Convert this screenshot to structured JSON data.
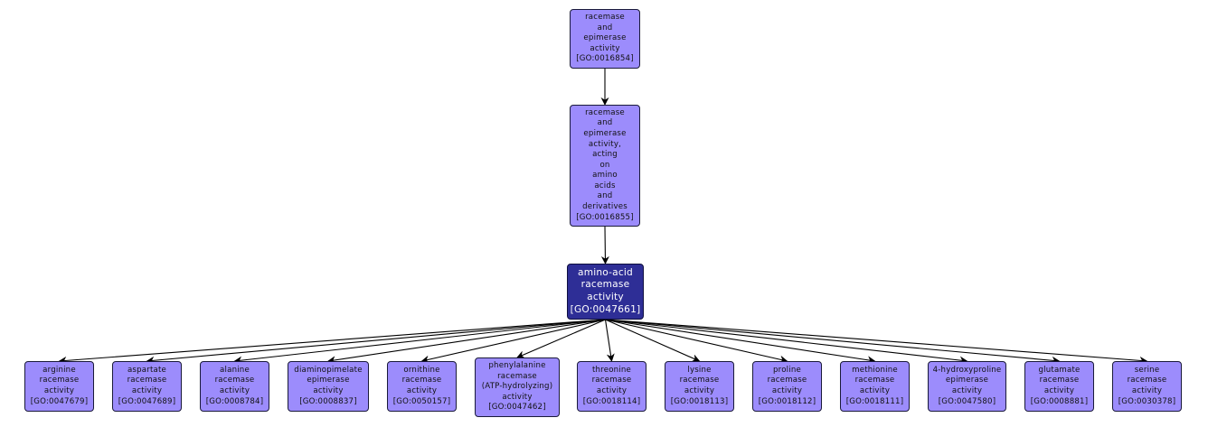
{
  "colors": {
    "node_fill": "#9c8cfc",
    "focus_fill": "#2e2e96",
    "edge": "#000000",
    "background": "#ffffff"
  },
  "nodes": [
    {
      "id": "GO:0016854",
      "lines": [
        "racemase",
        "and",
        "epimerase",
        "activity",
        "[GO:0016854]"
      ],
      "role": "ancestor"
    },
    {
      "id": "GO:0016855",
      "lines": [
        "racemase",
        "and",
        "epimerase",
        "activity,",
        "acting",
        "on",
        "amino",
        "acids",
        "and",
        "derivatives",
        "[GO:0016855]"
      ],
      "role": "parent"
    },
    {
      "id": "GO:0047661",
      "lines": [
        "amino-acid",
        "racemase",
        "activity",
        "[GO:0047661]"
      ],
      "role": "focus"
    },
    {
      "id": "GO:0047679",
      "lines": [
        "arginine",
        "racemase",
        "activity",
        "[GO:0047679]"
      ],
      "role": "child"
    },
    {
      "id": "GO:0047689",
      "lines": [
        "aspartate",
        "racemase",
        "activity",
        "[GO:0047689]"
      ],
      "role": "child"
    },
    {
      "id": "GO:0008784",
      "lines": [
        "alanine",
        "racemase",
        "activity",
        "[GO:0008784]"
      ],
      "role": "child"
    },
    {
      "id": "GO:0008837",
      "lines": [
        "diaminopimelate",
        "epimerase",
        "activity",
        "[GO:0008837]"
      ],
      "role": "child"
    },
    {
      "id": "GO:0050157",
      "lines": [
        "ornithine",
        "racemase",
        "activity",
        "[GO:0050157]"
      ],
      "role": "child"
    },
    {
      "id": "GO:0047462",
      "lines": [
        "phenylalanine",
        "racemase",
        "(ATP-hydrolyzing)",
        "activity",
        "[GO:0047462]"
      ],
      "role": "child"
    },
    {
      "id": "GO:0018114",
      "lines": [
        "threonine",
        "racemase",
        "activity",
        "[GO:0018114]"
      ],
      "role": "child"
    },
    {
      "id": "GO:0018113",
      "lines": [
        "lysine",
        "racemase",
        "activity",
        "[GO:0018113]"
      ],
      "role": "child"
    },
    {
      "id": "GO:0018112",
      "lines": [
        "proline",
        "racemase",
        "activity",
        "[GO:0018112]"
      ],
      "role": "child"
    },
    {
      "id": "GO:0018111",
      "lines": [
        "methionine",
        "racemase",
        "activity",
        "[GO:0018111]"
      ],
      "role": "child"
    },
    {
      "id": "GO:0047580",
      "lines": [
        "4-hydroxyproline",
        "epimerase",
        "activity",
        "[GO:0047580]"
      ],
      "role": "child"
    },
    {
      "id": "GO:0008881",
      "lines": [
        "glutamate",
        "racemase",
        "activity",
        "[GO:0008881]"
      ],
      "role": "child"
    },
    {
      "id": "GO:0030378",
      "lines": [
        "serine",
        "racemase",
        "activity",
        "[GO:0030378]"
      ],
      "role": "child"
    }
  ],
  "edges": [
    {
      "from": "GO:0016854",
      "to": "GO:0016855"
    },
    {
      "from": "GO:0016855",
      "to": "GO:0047661"
    },
    {
      "from": "GO:0047661",
      "to": "GO:0047679"
    },
    {
      "from": "GO:0047661",
      "to": "GO:0047689"
    },
    {
      "from": "GO:0047661",
      "to": "GO:0008784"
    },
    {
      "from": "GO:0047661",
      "to": "GO:0008837"
    },
    {
      "from": "GO:0047661",
      "to": "GO:0050157"
    },
    {
      "from": "GO:0047661",
      "to": "GO:0047462"
    },
    {
      "from": "GO:0047661",
      "to": "GO:0018114"
    },
    {
      "from": "GO:0047661",
      "to": "GO:0018113"
    },
    {
      "from": "GO:0047661",
      "to": "GO:0018112"
    },
    {
      "from": "GO:0047661",
      "to": "GO:0018111"
    },
    {
      "from": "GO:0047661",
      "to": "GO:0047580"
    },
    {
      "from": "GO:0047661",
      "to": "GO:0008881"
    },
    {
      "from": "GO:0047661",
      "to": "GO:0030378"
    }
  ]
}
